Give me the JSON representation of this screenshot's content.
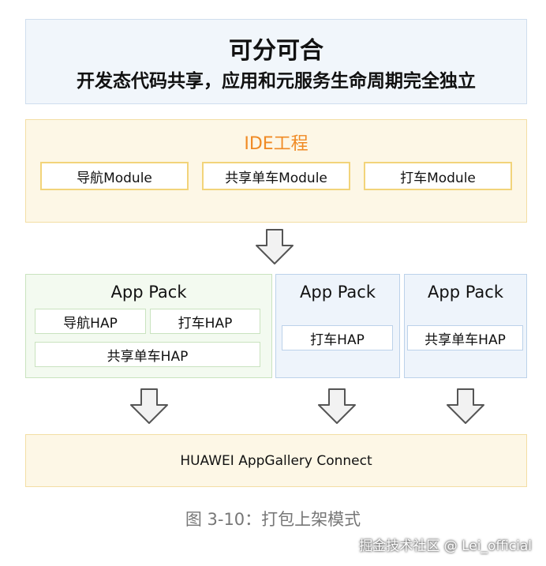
{
  "banner": {
    "title": "可分可合",
    "subtitle": "开发态代码共享，应用和元服务生命周期完全独立"
  },
  "ide": {
    "title": "IDE工程",
    "modules": [
      "导航Module",
      "共享单车Module",
      "打车Module"
    ]
  },
  "packs": [
    {
      "title": "App Pack",
      "haps": [
        "导航HAP",
        "打车HAP",
        "共享单车HAP"
      ]
    },
    {
      "title": "App Pack",
      "haps": [
        "打车HAP"
      ]
    },
    {
      "title": "App Pack",
      "haps": [
        "共享单车HAP"
      ]
    }
  ],
  "gallery": {
    "label": "HUAWEI AppGallery Connect"
  },
  "caption": "图 3-10：打包上架模式",
  "watermark": "掘金技术社区 @ Lei_official",
  "colors": {
    "ide_title": "#f08a24",
    "ide_bg": "#fdf7e6",
    "pack_green_bg": "#f3faf0",
    "pack_blue_bg": "#eef4fb",
    "banner_bg": "#f1f6fb"
  }
}
